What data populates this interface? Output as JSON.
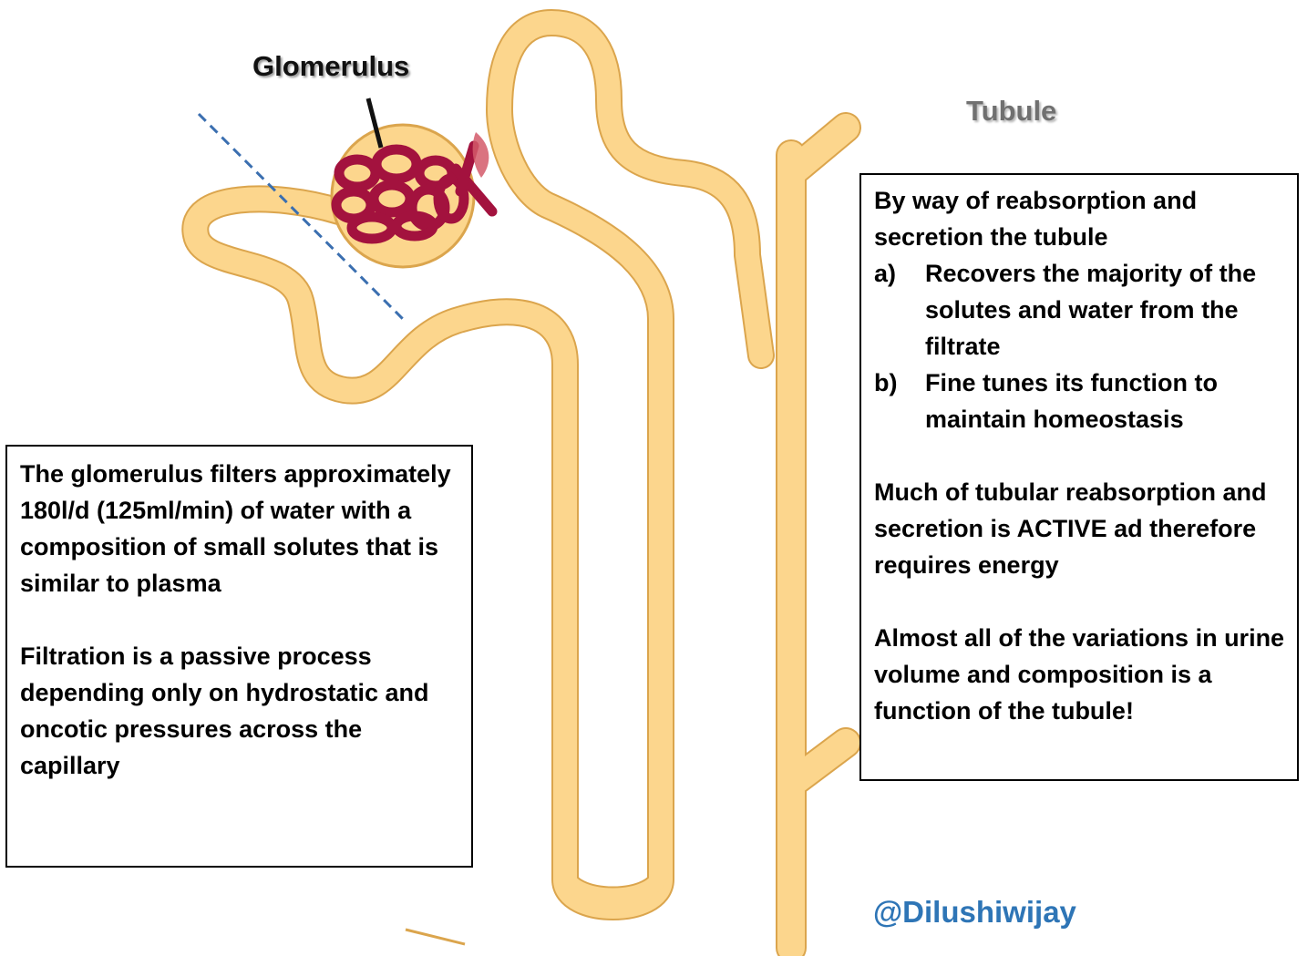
{
  "labels": {
    "glomerulus": "Glomerulus",
    "tubule": "Tubule"
  },
  "left_box": {
    "paragraph1": "The glomerulus filters approximately  180l/d (125ml/min) of water with a composition of small solutes that is similar to plasma",
    "paragraph2": "Filtration is a passive process depending only on hydrostatic and oncotic pressures across the capillary"
  },
  "right_box": {
    "intro": "By way of reabsorption and secretion the tubule",
    "items": [
      {
        "marker": "a)",
        "text": "Recovers the majority of the solutes and water from the filtrate"
      },
      {
        "marker": "b)",
        "text": "Fine tunes its function to maintain homeostasis"
      }
    ],
    "paragraph2": "Much of tubular reabsorption and secretion is ACTIVE ad therefore requires energy",
    "paragraph3": "Almost all of the variations in urine volume and composition is a function of the tubule!"
  },
  "watermark": "@Dilushiwijay",
  "colors": {
    "tubule_fill": "#fcd68d",
    "tubule_outline": "#dba54d",
    "capillary": "#a3123e",
    "cut_line": "#3b6fb0",
    "handle": "#2e75b6"
  }
}
